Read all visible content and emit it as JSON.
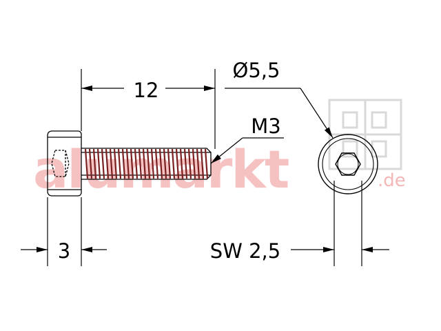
{
  "dimensions": {
    "length": "12",
    "thread": "M3",
    "head_diameter": "Ø5,5",
    "head_height": "3",
    "wrench_size": "SW 2,5"
  },
  "watermark": {
    "text": "alumarkt",
    "suffix": ".de"
  },
  "colors": {
    "line": "#000000",
    "thread": "#7a2020",
    "watermark": "#f4b7b7",
    "watermark_logo": "#dcdcdc"
  }
}
